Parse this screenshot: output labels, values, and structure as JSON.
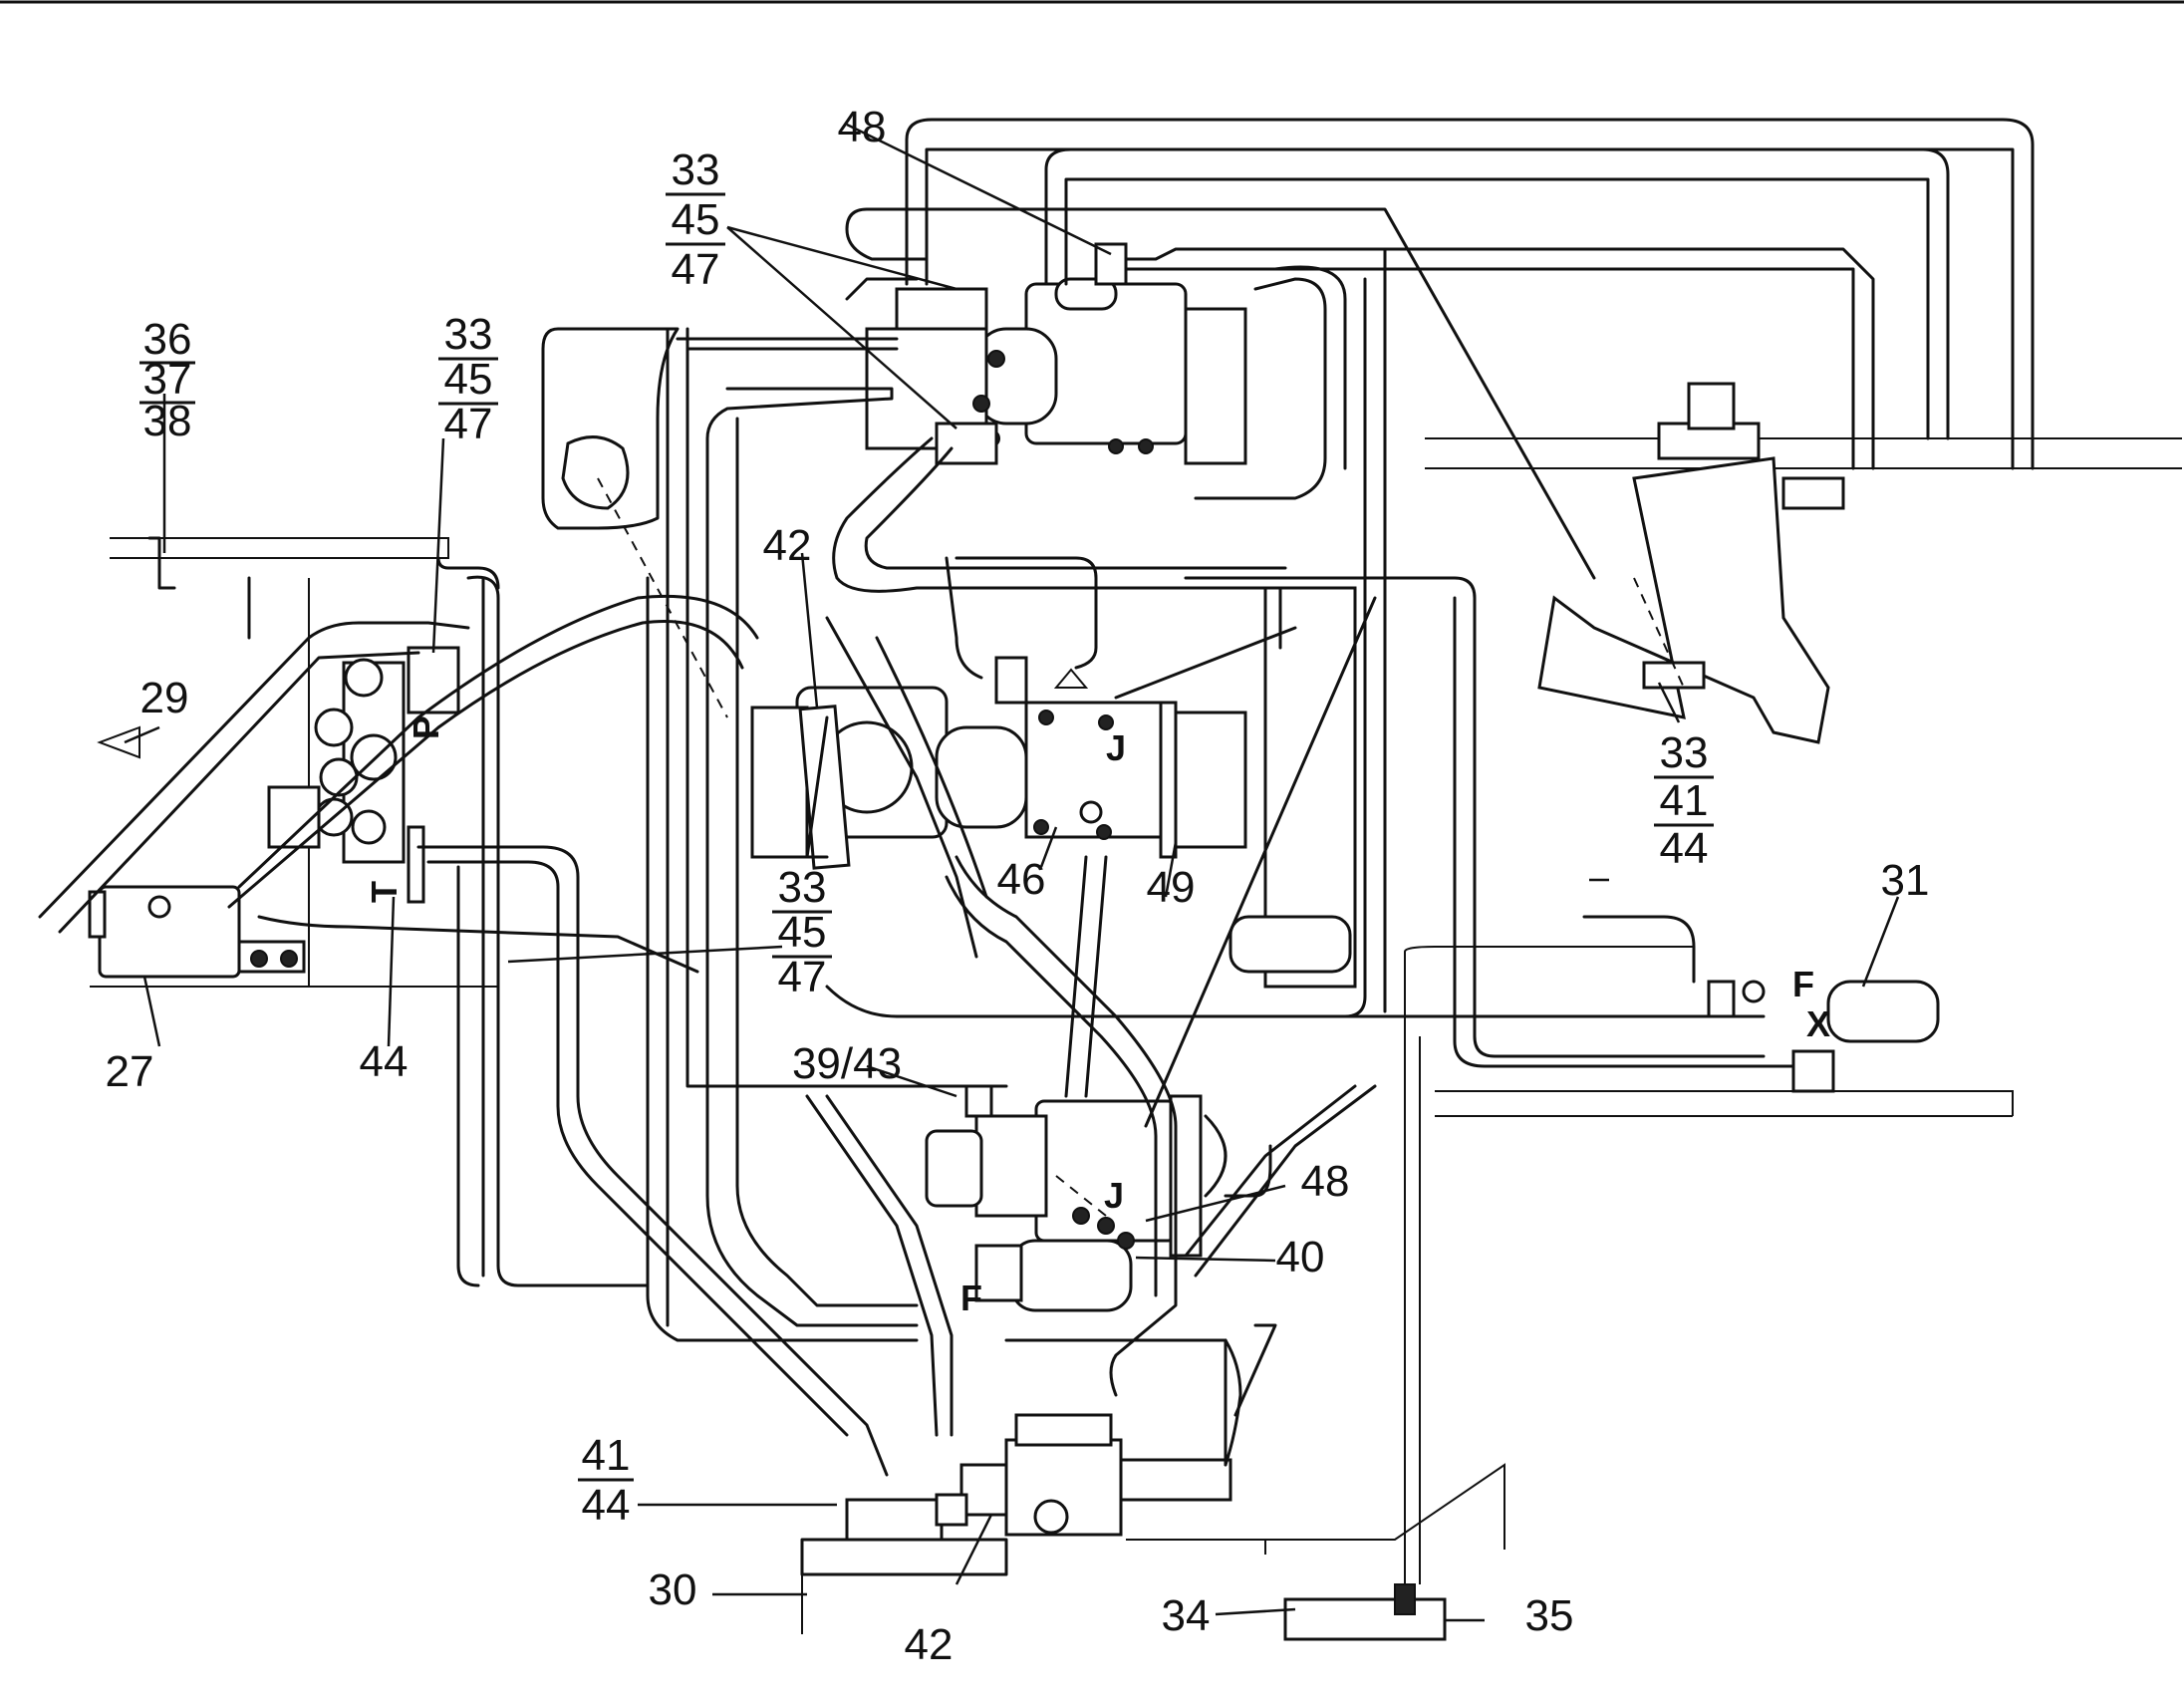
{
  "callouts": {
    "c27": "27",
    "c29": "29",
    "c30": "30",
    "c31": "31",
    "c34": "34",
    "c35": "35",
    "c40": "40",
    "c42a": "42",
    "c42b": "42",
    "c44": "44",
    "c46": "46",
    "c48a": "48",
    "c48b": "48",
    "c49": "49",
    "c39_43": "39/43"
  },
  "fractions": {
    "f1": [
      "33",
      "45",
      "47"
    ],
    "f2": [
      "36",
      "37",
      "38"
    ],
    "f3": [
      "33",
      "45",
      "47"
    ],
    "f4": [
      "33",
      "41",
      "44"
    ],
    "f5": [
      "33",
      "45",
      "47"
    ],
    "f6": [
      "41",
      "44"
    ]
  },
  "port_letters": {
    "p": "P",
    "t": "T",
    "j1": "J",
    "j2": "J",
    "f1": "F",
    "f2": "F",
    "x": "X"
  }
}
